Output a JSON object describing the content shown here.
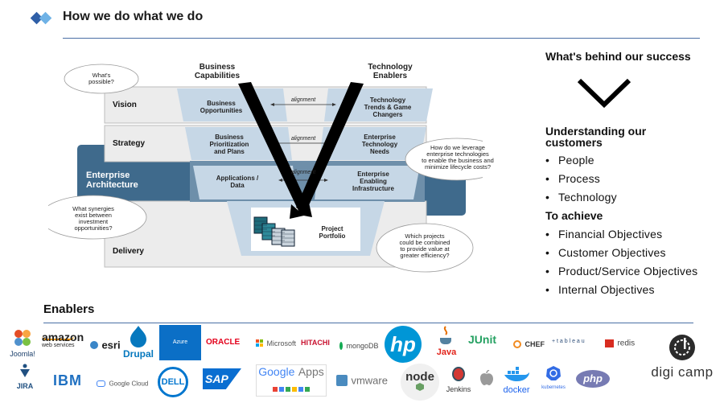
{
  "header": {
    "title": "How we do what we do"
  },
  "diagram": {
    "col_left": "Business\nCapabilities",
    "col_right": "Technology\nEnablers",
    "rows": [
      "Vision",
      "Strategy",
      "Enterprise\nArchitecture",
      "Delivery"
    ],
    "left_cells": [
      "Business\nOpportunities",
      "Business\nPrioritization\nand Plans",
      "Applications /\nData"
    ],
    "right_cells": [
      "Technology\nTrends & Game\nChangers",
      "Enterprise\nTechnology\nNeeds",
      "Enterprise\nEnabling\nInfrastructure"
    ],
    "alignment": "alignment",
    "portfolio": "Project\nPortfolio",
    "clouds": [
      "What's\npossible?",
      "How do we leverage\nenterprise technologies\nto enable the business and\nminimize lifecycle costs?",
      "What synergies\nexist between\ninvestment\nopportunities?",
      "Which projects\ncould be combined\nto provide value at\ngreater efficiency?"
    ]
  },
  "right_panel": {
    "title": "What's behind our success",
    "section1": "Understanding our\ncustomers",
    "list1": [
      "People",
      "Process",
      "Technology"
    ],
    "section2": "To achieve",
    "list2": [
      "Financial Objectives",
      "Customer Objectives",
      "Product/Service Objectives",
      "Internal Objectives"
    ]
  },
  "enablers": {
    "title": "Enablers",
    "logos": {
      "joomla": "Joomla!",
      "amazon_1": "amazon",
      "amazon_2": "web services",
      "esri": "esri",
      "drupal": "Drupal",
      "azure": "Azure",
      "oracle": "ORACLE",
      "microsoft": "Microsoft",
      "hitachi": "HITACHI",
      "mongodb": "mongoDB",
      "hp": "hp",
      "java": "Java",
      "junit": "JUnit",
      "chef": "CHEF",
      "tableau": "+ t a b l e a u",
      "redis": "redis",
      "jira": "JIRA",
      "ibm": "IBM",
      "google_cloud": "Google Cloud",
      "dell": "DELL",
      "sap": "SAP",
      "google_apps_1": "Google",
      "google_apps_2": "Apps",
      "vmware": "vmware",
      "node": "node",
      "jenkins": "Jenkins",
      "docker": "docker",
      "kubernetes": "kubernetes",
      "php": "php",
      "digicamp": "digi camp"
    }
  }
}
